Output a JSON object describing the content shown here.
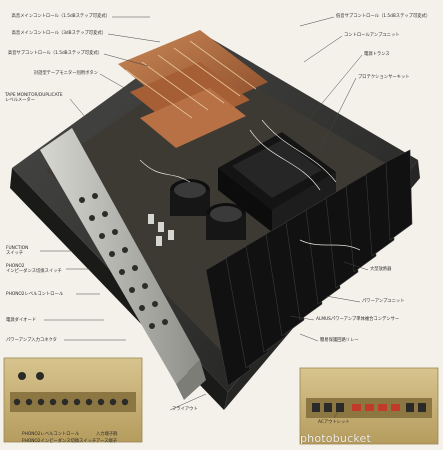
{
  "labels": {
    "left": [
      {
        "lines": [
          "高音メインコントロール（1.5dBステップ可変式）"
        ]
      },
      {
        "lines": [
          "高音メインコントロール（3dBステップ可変式）"
        ]
      },
      {
        "lines": [
          "高音サブコントロール（1.5dBステップ可変式）"
        ]
      },
      {
        "lines": [
          "対話型テープモニター別用ボタン"
        ]
      },
      {
        "lines": [
          "TAPE MONITOR/DUPLICATE",
          "レベルメーター"
        ]
      },
      {
        "lines": [
          "FUNCTION",
          "スイッチ"
        ]
      },
      {
        "lines": [
          "PHONO2",
          "インピーダンス切換スイッチ"
        ]
      },
      {
        "lines": [
          "PHONO2レベルコントロール"
        ]
      },
      {
        "lines": [
          "電源ダイオード"
        ]
      },
      {
        "lines": [
          "パワーアンプ入力コネクタ"
        ]
      },
      {
        "lines": [
          "PHONO2レベルコントロール"
        ]
      },
      {
        "lines": [
          "PHONO2インピーダンス切換スイッチ"
        ]
      }
    ],
    "right": [
      {
        "lines": [
          "低音サブコントロール（1.5dBステップ可変式）"
        ]
      },
      {
        "lines": [
          "コントロールアンプユニット"
        ]
      },
      {
        "lines": [
          "電源トランス"
        ]
      },
      {
        "lines": [
          "プロテクションサーキット"
        ]
      },
      {
        "lines": [
          "大型放熱器"
        ]
      },
      {
        "lines": [
          "パワーアンプユニット"
        ]
      },
      {
        "lines": [
          "ALMUSパワーアンプ単体複合コンデンサー"
        ]
      },
      {
        "lines": [
          "簡易保護回路リレー"
        ]
      }
    ],
    "bottom": [
      {
        "lines": [
          "フライアウト"
        ]
      },
      {
        "lines": [
          "入力端子群"
        ]
      },
      {
        "lines": [
          "アース端子"
        ]
      },
      {
        "lines": [
          "ACアウトレット"
        ]
      }
    ]
  },
  "watermark": "photobucket",
  "colors": {
    "background": "#f4f1ea",
    "chassis": "#2b2b2b",
    "heatsink": "#1a1a1a",
    "gold_panel": "#c9b27a",
    "copper": "#b5653a"
  }
}
